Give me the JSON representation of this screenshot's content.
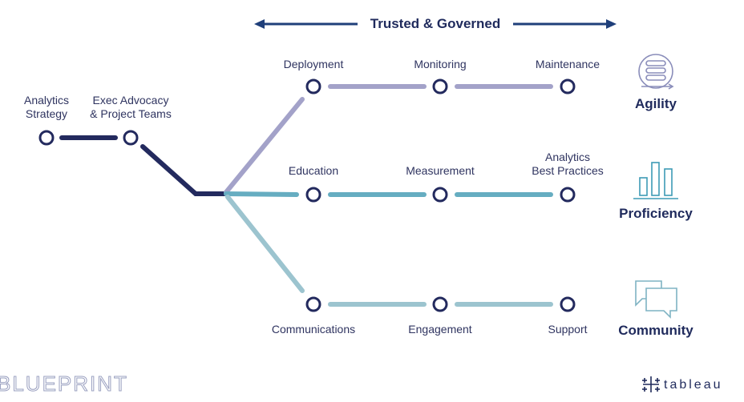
{
  "header": {
    "title": "Trusted & Governed"
  },
  "left_nodes": [
    {
      "label": "Analytics\nStrategy"
    },
    {
      "label": "Exec Advocacy\n& Project Teams"
    }
  ],
  "rows": [
    {
      "pillar": "Agility",
      "icon": "server-stack-icon",
      "nodes": [
        "Deployment",
        "Monitoring",
        "Maintenance"
      ]
    },
    {
      "pillar": "Proficiency",
      "icon": "bar-chart-icon",
      "nodes": [
        "Education",
        "Measurement",
        "Analytics\nBest Practices"
      ]
    },
    {
      "pillar": "Community",
      "icon": "chat-bubbles-icon",
      "nodes": [
        "Communications",
        "Engagement",
        "Support"
      ]
    }
  ],
  "colors": {
    "navy": "#232a5e",
    "agility": "#a3a2c9",
    "proficiency": "#66adc1",
    "community": "#9cc4cf",
    "arrow": "#1f3f7a"
  },
  "footer": {
    "watermark": "BLUEPRINT",
    "brand": "tableau"
  }
}
